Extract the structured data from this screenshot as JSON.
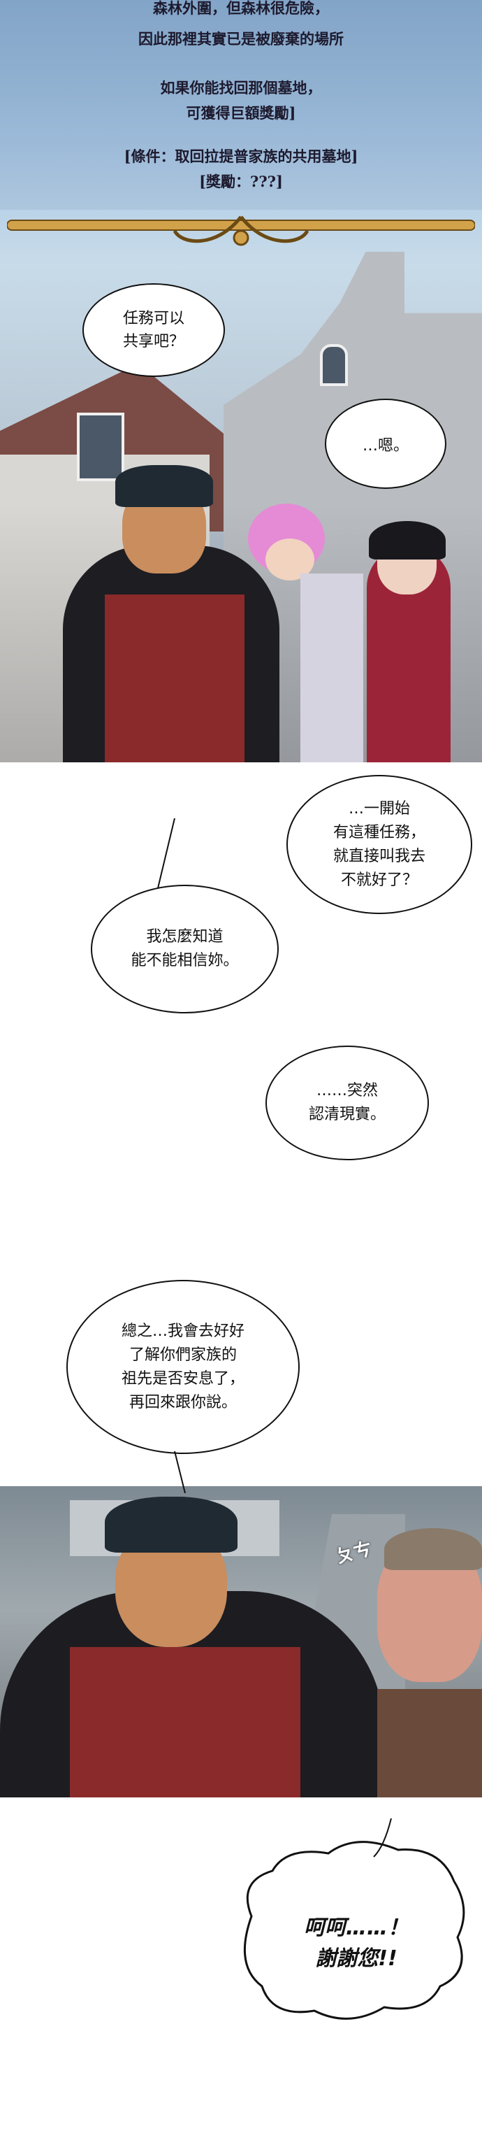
{
  "quest": {
    "line1": "森林外圍，但森林很危險，",
    "line2": "因此那裡其實已是被廢棄的場所",
    "line3": "如果你能找回那個墓地，",
    "line4": "可獲得巨額獎勵]",
    "line5": "[條件：取回拉提普家族的共用墓地]",
    "line6": "[獎勵：???]"
  },
  "dialogue": {
    "b1": "任務可以\n共享吧？",
    "b2": "…嗯。",
    "b3": "…一開始\n有這種任務，\n就直接叫我去\n不就好了？",
    "b4": "我怎麼知道\n能不能相信妳。",
    "b5": "……突然\n認清現實。",
    "b6": "總之…我會去好好\n了解你們家族的\n祖先是否安息了，\n再回來跟你說。",
    "b7": "呵呵……！\n謝謝您!!"
  },
  "sfx": {
    "s1": "ㄆㄘ"
  },
  "colors": {
    "gold": "#d1a24a",
    "coat": "#8b2a2a",
    "hair_pink": "#e58bd6"
  }
}
